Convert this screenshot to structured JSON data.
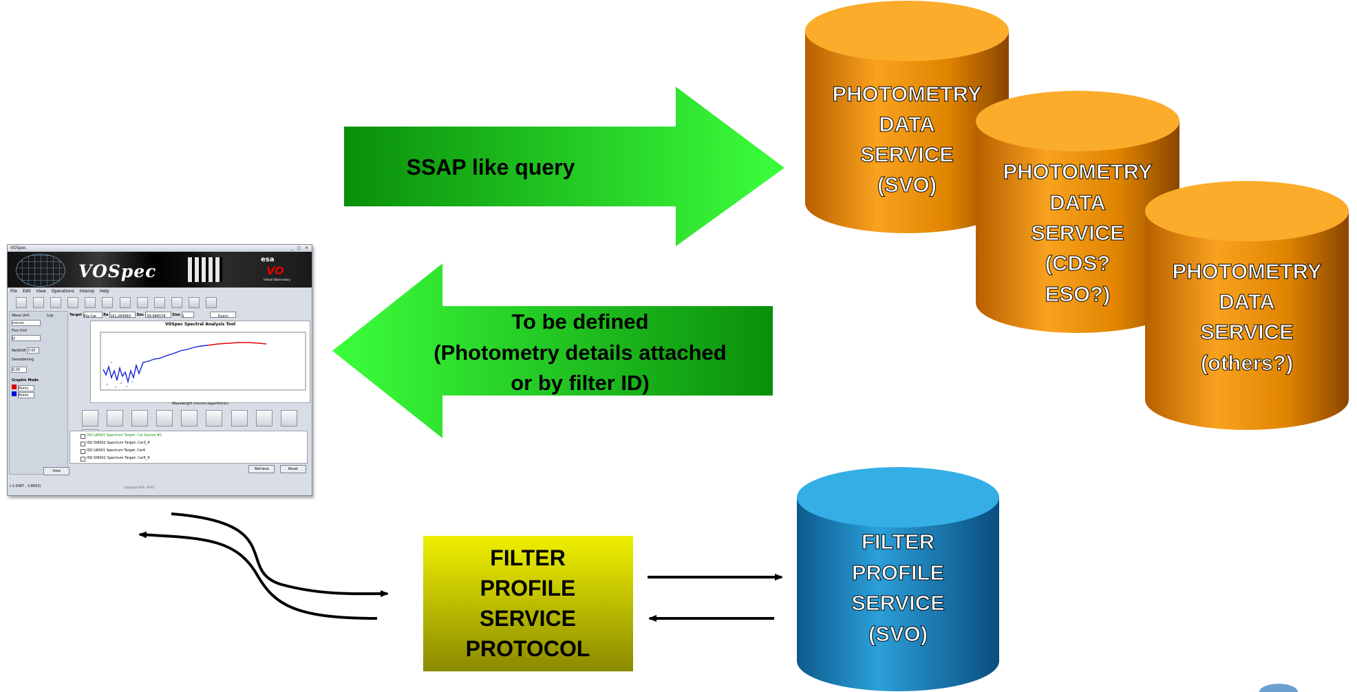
{
  "flows": {
    "query_label": "SSAP like query",
    "response_label": [
      "To be defined",
      "(Photometry details attached",
      "or by filter ID)"
    ]
  },
  "photometry_services": [
    {
      "lines": [
        "PHOTOMETRY",
        "DATA",
        "SERVICE",
        "(SVO)"
      ]
    },
    {
      "lines": [
        "PHOTOMETRY",
        "DATA",
        "SERVICE",
        "(CDS?",
        "ESO?)"
      ]
    },
    {
      "lines": [
        "PHOTOMETRY",
        "DATA",
        "SERVICE",
        "(others?)"
      ]
    }
  ],
  "filter_service": {
    "lines": [
      "FILTER",
      "PROFILE",
      "SERVICE",
      "(SVO)"
    ]
  },
  "protocol_box": {
    "lines": [
      "FILTER",
      "PROFILE",
      "SERVICE",
      "PROTOCOL"
    ]
  },
  "colors": {
    "arrow_green_dark": "#0a8f0a",
    "arrow_green_light": "#3cff3c",
    "orange_cylinder": "#f0940a",
    "blue_cylinder": "#1e8cc8",
    "protocol_yellow": "#e6e600"
  },
  "vospec": {
    "title": "VOSpec",
    "logo": "VOSpec",
    "esa": "esa",
    "vo": "VO",
    "vo_sub": "Virtual Observatory",
    "menu": [
      "File",
      "Edit",
      "View",
      "Operations",
      "Interop",
      "Help"
    ],
    "left_panel": {
      "wave_unit": "Wave Unit",
      "log": "Log",
      "wave_value": "micron",
      "flux_unit": "Flux Unit",
      "flux_value": "Jy",
      "redshift": "RedShift",
      "redshift_value": "0.00",
      "dereddening": "Dereddening",
      "rv_value": "0.00",
      "graphic_mode": "Graphic Mode",
      "points": "Points",
      "view": "View"
    },
    "target_bar": {
      "target_label": "Target",
      "target_value": "Eta Car",
      "ra_label": "Ra",
      "ra_value": "161.264963",
      "dec_label": "Dec",
      "dec_value": "-59.684578",
      "size_label": "Size",
      "size_value": "1",
      "query": "Query"
    },
    "plot_title": "VOSpec Spectral Analysis Tool",
    "x_label": "Wavelength (micron,logarithmic)",
    "list": [
      "ISO LWS01 Spectrum Target: Car Source #1",
      "ISO SWS02 Spectrum Target: Car3_4",
      "ISO LWS01 Spectrum Target: Car4",
      "ISO SWS01 Spectrum Target: Car5_4"
    ],
    "retrieve": "Retrieve",
    "reset": "Reset",
    "status": "(-1.0087 , 3.8653)",
    "copyright": "Copyright ESA - ESAC"
  }
}
